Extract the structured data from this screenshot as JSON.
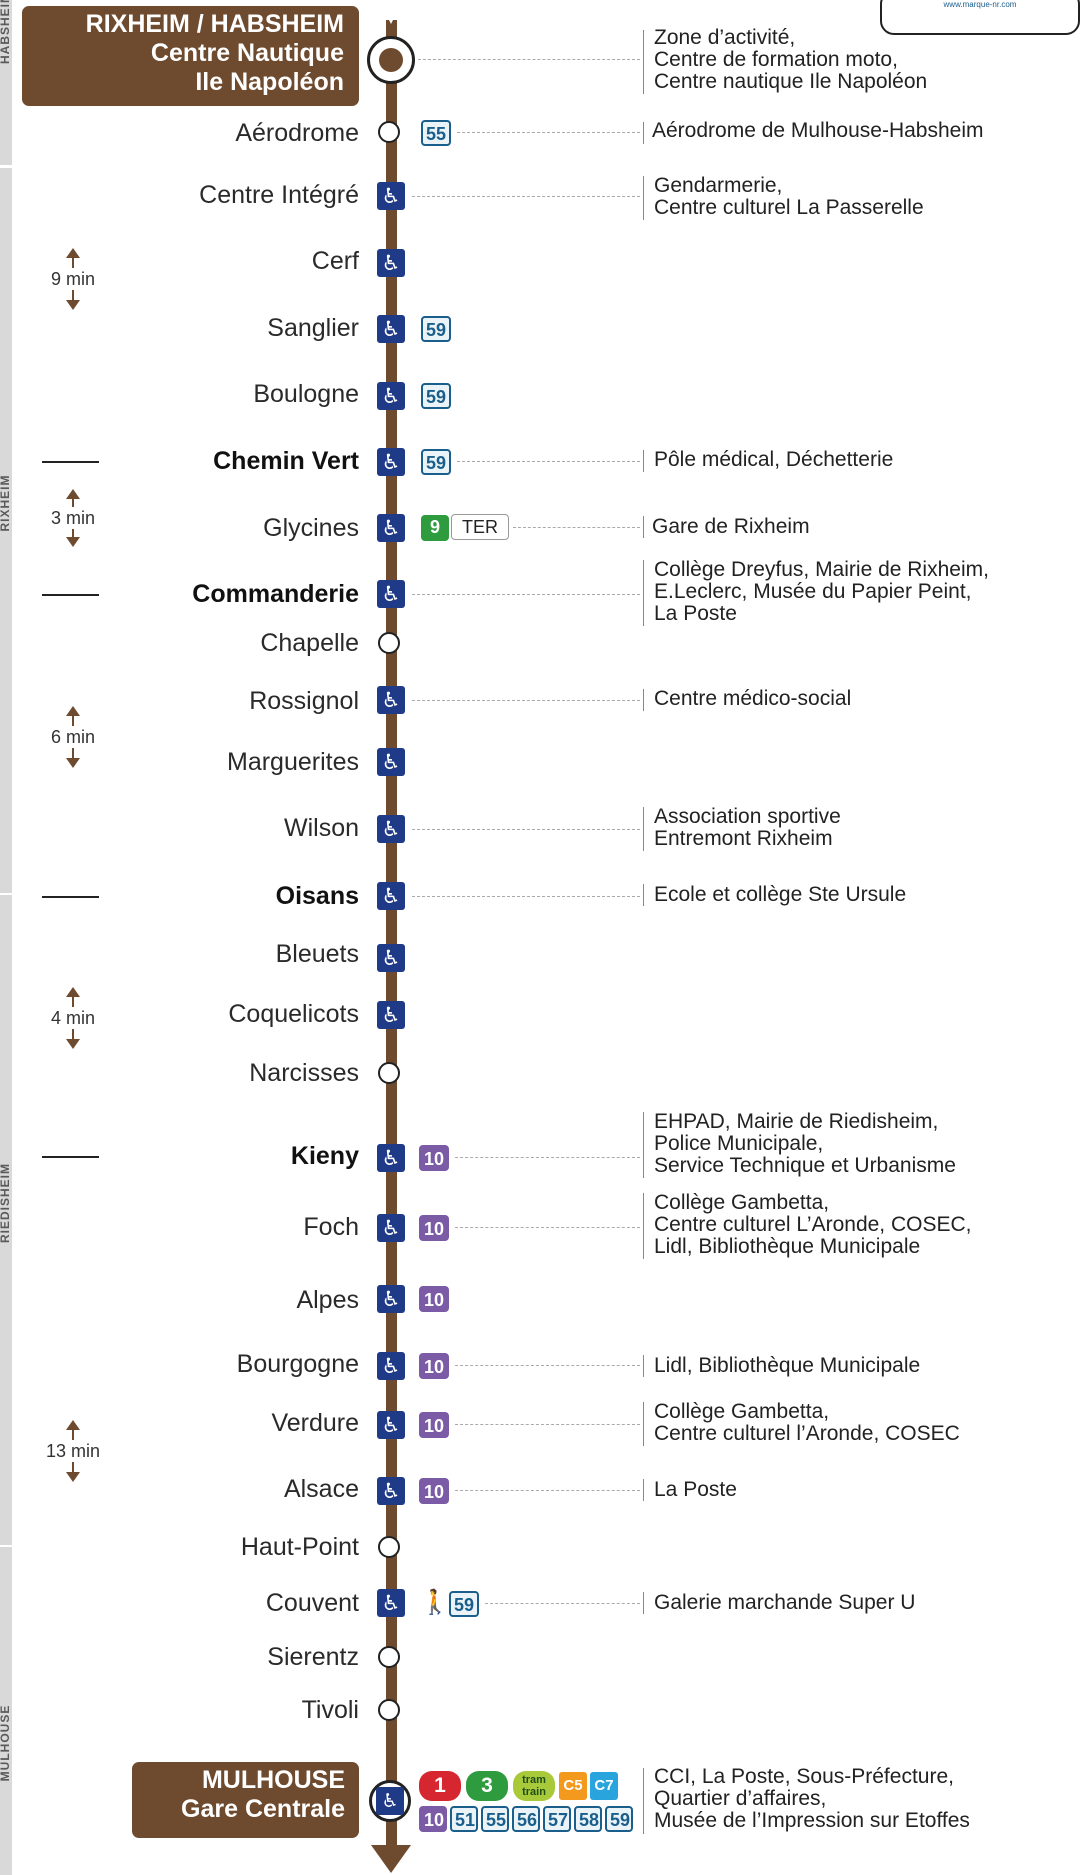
{
  "communes": [
    "HABSHEIM",
    "RIXHEIM",
    "RIEDISHEIM",
    "MULHOUSE"
  ],
  "corner_url": "www.marque-nr.com",
  "termini": {
    "start": [
      "RIXHEIM / HABSHEIM",
      "Centre Nautique",
      "Ile Napoléon"
    ],
    "end": [
      "MULHOUSE",
      "Gare Centrale"
    ]
  },
  "stops": [
    {
      "name": "Aérodrome",
      "accessible": false,
      "lines": [
        "55"
      ],
      "poi": [
        "Aérodrome de Mulhouse-Habsheim"
      ]
    },
    {
      "name": "Centre Intégré",
      "accessible": true,
      "lines": [],
      "poi": [
        "Gendarmerie,",
        "Centre culturel La Passerelle"
      ]
    },
    {
      "name": "Cerf",
      "accessible": true,
      "lines": [],
      "poi": []
    },
    {
      "name": "Sanglier",
      "accessible": true,
      "lines": [
        "59"
      ],
      "poi": []
    },
    {
      "name": "Boulogne",
      "accessible": true,
      "lines": [
        "59"
      ],
      "poi": []
    },
    {
      "name": "Chemin Vert",
      "bold": true,
      "accessible": true,
      "lines": [
        "59"
      ],
      "poi": [
        "Pôle médical, Déchetterie"
      ]
    },
    {
      "name": "Glycines",
      "accessible": true,
      "lines": [
        "9",
        "TER"
      ],
      "poi": [
        "Gare de Rixheim"
      ]
    },
    {
      "name": "Commanderie",
      "bold": true,
      "accessible": true,
      "lines": [],
      "poi": [
        "Collège Dreyfus, Mairie de Rixheim,",
        "E.Leclerc, Musée du Papier Peint,",
        "La Poste"
      ]
    },
    {
      "name": "Chapelle",
      "accessible": false,
      "lines": [],
      "poi": []
    },
    {
      "name": "Rossignol",
      "accessible": true,
      "lines": [],
      "poi": [
        "Centre médico-social"
      ]
    },
    {
      "name": "Marguerites",
      "accessible": true,
      "lines": [],
      "poi": []
    },
    {
      "name": "Wilson",
      "accessible": true,
      "lines": [],
      "poi": [
        "Association sportive",
        "Entremont Rixheim"
      ]
    },
    {
      "name": "Oisans",
      "bold": true,
      "accessible": true,
      "lines": [],
      "poi": [
        "Ecole et collège Ste Ursule"
      ]
    },
    {
      "name": "Bleuets",
      "accessible": true,
      "lines": [],
      "poi": []
    },
    {
      "name": "Coquelicots",
      "accessible": true,
      "lines": [],
      "poi": []
    },
    {
      "name": "Narcisses",
      "accessible": false,
      "lines": [],
      "poi": []
    },
    {
      "name": "Kieny",
      "bold": true,
      "accessible": true,
      "lines": [
        "10"
      ],
      "poi": [
        "EHPAD, Mairie de Riedisheim,",
        "Police Municipale,",
        "Service Technique et Urbanisme"
      ]
    },
    {
      "name": "Foch",
      "accessible": true,
      "lines": [
        "10"
      ],
      "poi": [
        "Collège Gambetta,",
        "Centre culturel L’Aronde, COSEC,",
        "Lidl, Bibliothèque Municipale"
      ]
    },
    {
      "name": "Alpes",
      "accessible": true,
      "lines": [
        "10"
      ],
      "poi": []
    },
    {
      "name": "Bourgogne",
      "accessible": true,
      "lines": [
        "10"
      ],
      "poi": [
        "Lidl, Bibliothèque Municipale"
      ]
    },
    {
      "name": "Verdure",
      "accessible": true,
      "lines": [
        "10"
      ],
      "poi": [
        "Collège Gambetta,",
        "Centre culturel l’Aronde, COSEC"
      ]
    },
    {
      "name": "Alsace",
      "accessible": true,
      "lines": [
        "10"
      ],
      "poi": [
        "La Poste"
      ]
    },
    {
      "name": "Haut-Point",
      "accessible": false,
      "lines": [],
      "poi": []
    },
    {
      "name": "Couvent",
      "accessible": true,
      "walk": true,
      "lines": [
        "59"
      ],
      "poi": [
        "Galerie marchande Super U"
      ]
    },
    {
      "name": "Sierentz",
      "accessible": false,
      "lines": [],
      "poi": []
    },
    {
      "name": "Tivoli",
      "accessible": false,
      "lines": [],
      "poi": []
    }
  ],
  "start_poi": [
    "Zone d’activité,",
    "Centre de formation moto,",
    "Centre nautique Ile Napoléon"
  ],
  "end_poi": [
    "CCI, La Poste, Sous-Préfecture,",
    "Quartier d’affaires,",
    "Musée de l’Impression sur Etoffes"
  ],
  "end_lines_top": [
    "1",
    "3",
    "tram train",
    "C5",
    "C7"
  ],
  "end_lines_bottom": [
    "10",
    "51",
    "55",
    "56",
    "57",
    "58",
    "59"
  ],
  "timings": [
    "9 min",
    "3 min",
    "6 min",
    "4 min",
    "13 min"
  ],
  "colors": {
    "line": "#6e4a2e",
    "accessibility": "#1f3a87",
    "bus_10": "#7b5aa6",
    "bus": "#1a5e8c",
    "tram_1": "#d6262f",
    "tram_3": "#2e9b3f"
  }
}
